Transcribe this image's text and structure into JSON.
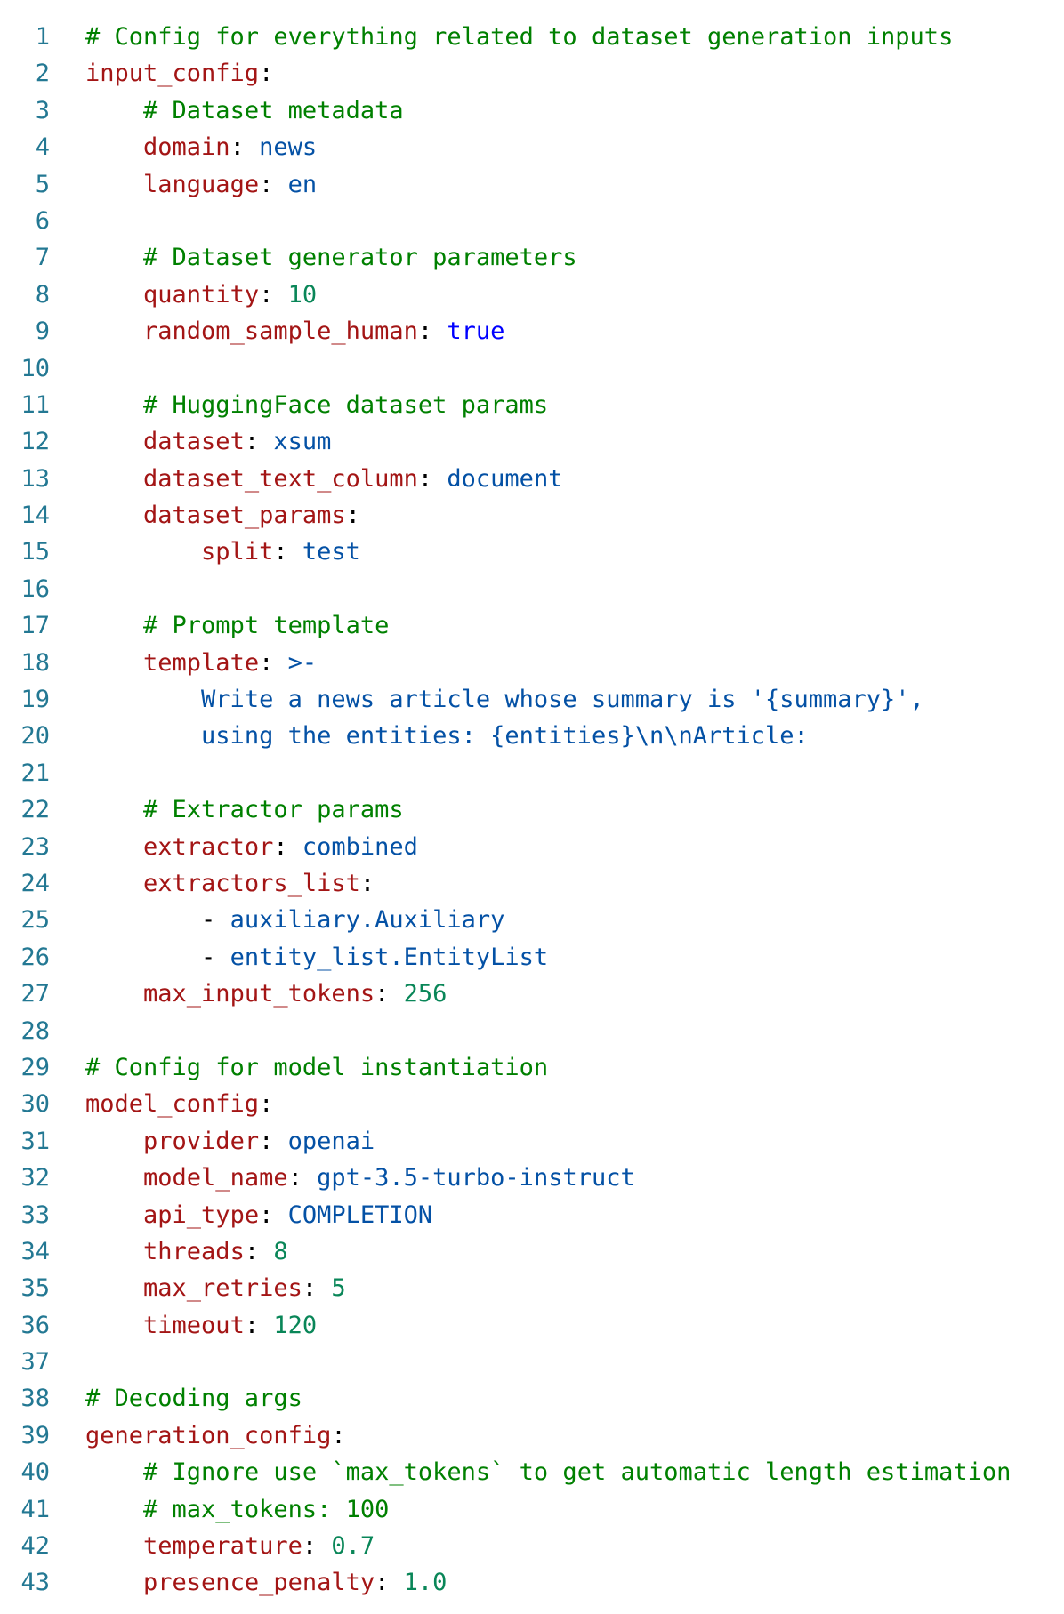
{
  "editor": {
    "colors": {
      "line_number": "#237893",
      "key": "#a31515",
      "string_value": "#0451a5",
      "number_value": "#098658",
      "boolean_value": "#0000ff",
      "comment": "#008000"
    },
    "lines": [
      {
        "n": "1",
        "indent": "",
        "comment": "# Config for everything related to dataset generation inputs"
      },
      {
        "n": "2",
        "indent": "",
        "key": "input_config",
        "sep": ":"
      },
      {
        "n": "3",
        "indent": "    ",
        "comment": "# Dataset metadata"
      },
      {
        "n": "4",
        "indent": "    ",
        "key": "domain",
        "sep": ": ",
        "value": "news",
        "vtype": "v"
      },
      {
        "n": "5",
        "indent": "    ",
        "key": "language",
        "sep": ": ",
        "value": "en",
        "vtype": "v"
      },
      {
        "n": "6",
        "indent": ""
      },
      {
        "n": "7",
        "indent": "    ",
        "comment": "# Dataset generator parameters"
      },
      {
        "n": "8",
        "indent": "    ",
        "key": "quantity",
        "sep": ": ",
        "value": "10",
        "vtype": "n"
      },
      {
        "n": "9",
        "indent": "    ",
        "key": "random_sample_human",
        "sep": ": ",
        "value": "true",
        "vtype": "b"
      },
      {
        "n": "10",
        "indent": ""
      },
      {
        "n": "11",
        "indent": "    ",
        "comment": "# HuggingFace dataset params"
      },
      {
        "n": "12",
        "indent": "    ",
        "key": "dataset",
        "sep": ": ",
        "value": "xsum",
        "vtype": "v"
      },
      {
        "n": "13",
        "indent": "    ",
        "key": "dataset_text_column",
        "sep": ": ",
        "value": "document",
        "vtype": "v"
      },
      {
        "n": "14",
        "indent": "    ",
        "key": "dataset_params",
        "sep": ":"
      },
      {
        "n": "15",
        "indent": "        ",
        "key": "split",
        "sep": ": ",
        "value": "test",
        "vtype": "v"
      },
      {
        "n": "16",
        "indent": ""
      },
      {
        "n": "17",
        "indent": "    ",
        "comment": "# Prompt template"
      },
      {
        "n": "18",
        "indent": "    ",
        "key": "template",
        "sep": ": ",
        "value": ">-",
        "vtype": "v"
      },
      {
        "n": "19",
        "indent": "        ",
        "value": "Write a news article whose summary is '{summary}',",
        "vtype": "v"
      },
      {
        "n": "20",
        "indent": "        ",
        "value": "using the entities: {entities}\\n\\nArticle:",
        "vtype": "v"
      },
      {
        "n": "21",
        "indent": ""
      },
      {
        "n": "22",
        "indent": "    ",
        "comment": "# Extractor params"
      },
      {
        "n": "23",
        "indent": "    ",
        "key": "extractor",
        "sep": ": ",
        "value": "combined",
        "vtype": "v"
      },
      {
        "n": "24",
        "indent": "    ",
        "key": "extractors_list",
        "sep": ":"
      },
      {
        "n": "25",
        "indent": "        ",
        "dash": "- ",
        "value": "auxiliary.Auxiliary",
        "vtype": "v"
      },
      {
        "n": "26",
        "indent": "        ",
        "dash": "- ",
        "value": "entity_list.EntityList",
        "vtype": "v"
      },
      {
        "n": "27",
        "indent": "    ",
        "key": "max_input_tokens",
        "sep": ": ",
        "value": "256",
        "vtype": "n"
      },
      {
        "n": "28",
        "indent": ""
      },
      {
        "n": "29",
        "indent": "",
        "comment": "# Config for model instantiation"
      },
      {
        "n": "30",
        "indent": "",
        "key": "model_config",
        "sep": ":"
      },
      {
        "n": "31",
        "indent": "    ",
        "key": "provider",
        "sep": ": ",
        "value": "openai",
        "vtype": "v"
      },
      {
        "n": "32",
        "indent": "    ",
        "key": "model_name",
        "sep": ": ",
        "value": "gpt-3.5-turbo-instruct",
        "vtype": "v"
      },
      {
        "n": "33",
        "indent": "    ",
        "key": "api_type",
        "sep": ": ",
        "value": "COMPLETION",
        "vtype": "v"
      },
      {
        "n": "34",
        "indent": "    ",
        "key": "threads",
        "sep": ": ",
        "value": "8",
        "vtype": "n"
      },
      {
        "n": "35",
        "indent": "    ",
        "key": "max_retries",
        "sep": ": ",
        "value": "5",
        "vtype": "n"
      },
      {
        "n": "36",
        "indent": "    ",
        "key": "timeout",
        "sep": ": ",
        "value": "120",
        "vtype": "n"
      },
      {
        "n": "37",
        "indent": ""
      },
      {
        "n": "38",
        "indent": "",
        "comment": "# Decoding args"
      },
      {
        "n": "39",
        "indent": "",
        "key": "generation_config",
        "sep": ":"
      },
      {
        "n": "40",
        "indent": "    ",
        "comment": "# Ignore use `max_tokens` to get automatic length estimation"
      },
      {
        "n": "41",
        "indent": "    ",
        "comment": "# max_tokens: 100"
      },
      {
        "n": "42",
        "indent": "    ",
        "key": "temperature",
        "sep": ": ",
        "value": "0.7",
        "vtype": "n"
      },
      {
        "n": "43",
        "indent": "    ",
        "key": "presence_penalty",
        "sep": ": ",
        "value": "1.0",
        "vtype": "n"
      }
    ]
  }
}
